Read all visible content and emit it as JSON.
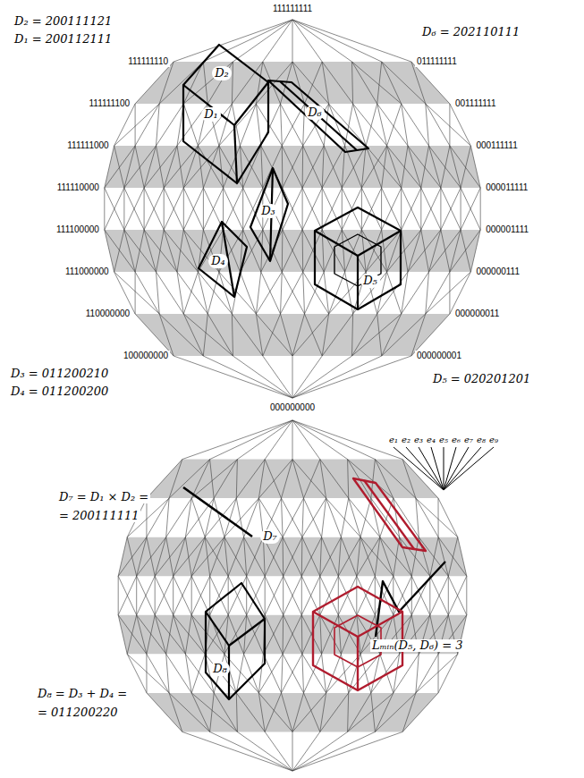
{
  "diagram": {
    "labels": [
      "111111111",
      "D₂ = 200111121",
      "D₁ = 200112111",
      "111111110",
      "011111111",
      "D₆ = 202110111",
      "111111100",
      "D₂",
      "001111111",
      "111111000",
      "D₁",
      "D₆",
      "000111111",
      "111110000",
      "000011111",
      "D₃",
      "111100000",
      "000001111",
      "D₄",
      "D₅",
      "111000000",
      "000000111",
      "110000000",
      "000000011",
      "D₃ = 011200210",
      "D₄ = 011200200",
      "D₅ = 020201201",
      "100000000",
      "000000001",
      "000000000",
      "e₁",
      "e₂",
      "e₃",
      "e₄",
      "e₅",
      "e₆",
      "e₇",
      "e₈",
      "e₉",
      "D₇ = D₁ × D₂ =",
      "= 200111111",
      "D₇",
      "Lₘᵢₙ(D₅, D₆) = 3",
      "D₈",
      "D₈ = D₃ + D₄ =",
      "= 011200220"
    ]
  }
}
